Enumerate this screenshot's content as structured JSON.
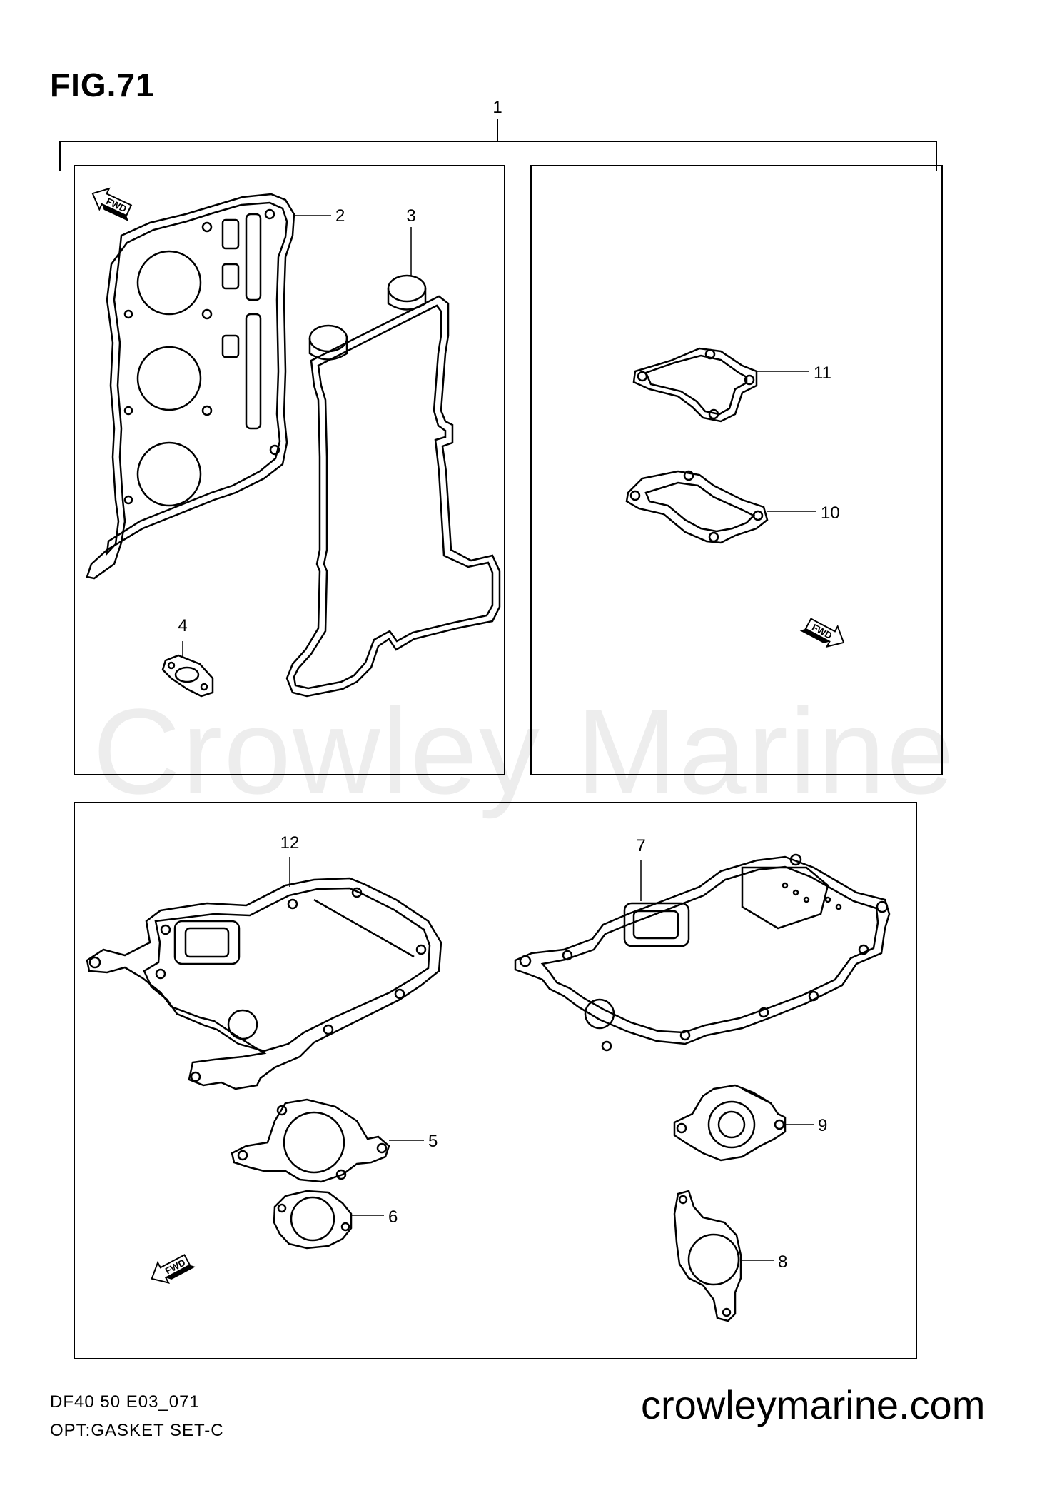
{
  "figure": {
    "title": "FIG.71",
    "code": "DF40 50 E03_071",
    "name": "OPT:GASKET SET-C"
  },
  "watermark": "Crowley Marine",
  "website": "crowleymarine.com",
  "fwd_label": "FWD",
  "callouts": [
    "1",
    "2",
    "3",
    "4",
    "5",
    "6",
    "7",
    "8",
    "9",
    "10",
    "11",
    "12"
  ],
  "colors": {
    "line": "#000000",
    "watermark": "#ededed",
    "background": "#ffffff"
  }
}
